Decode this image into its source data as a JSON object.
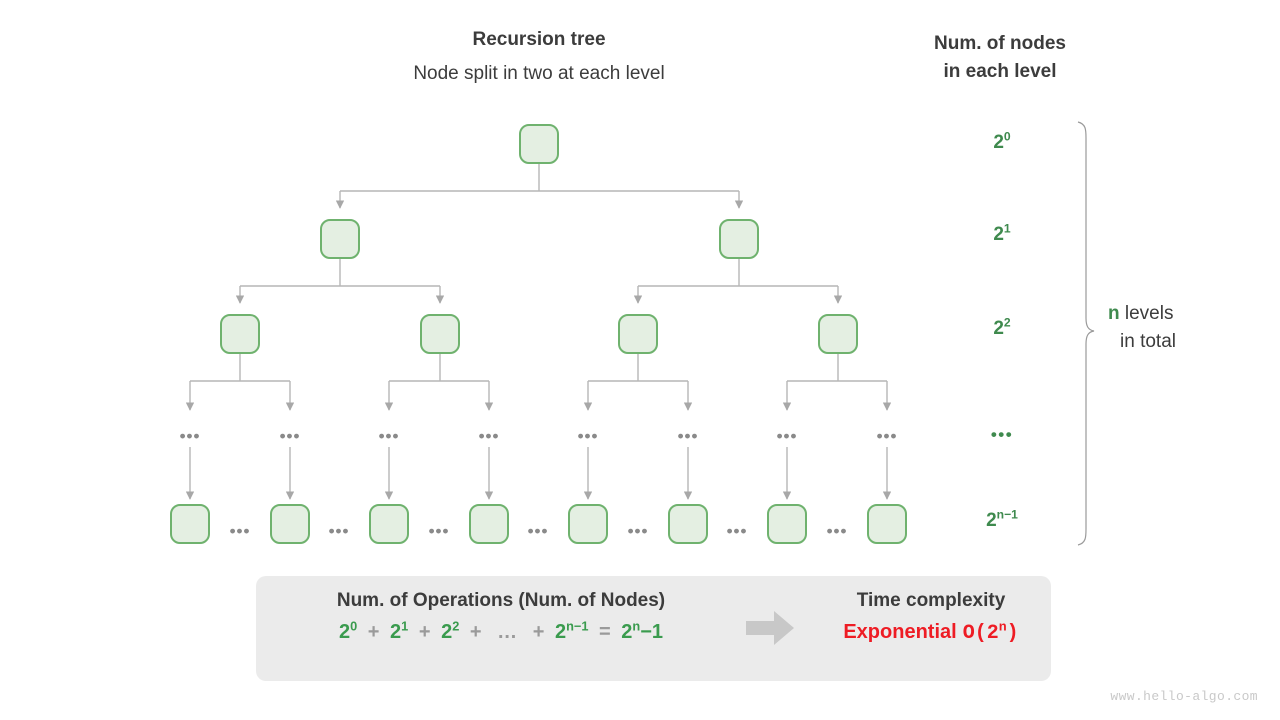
{
  "headings": {
    "tree_title": "Recursion tree",
    "tree_subtitle": "Node split in two at each level",
    "count_title_line1": "Num. of nodes",
    "count_title_line2": "in each level"
  },
  "colors": {
    "node_fill": "#e4efe2",
    "node_stroke": "#6fb26e",
    "edge": "#b0b0b0",
    "green_label": "#3f8a4e",
    "green_formula": "#3a9b4e",
    "red": "#ee1c24",
    "gray_text": "#3c3c3c",
    "panel_bg": "#ebebeb",
    "ellipsis": "#8a8a8a",
    "watermark": "#c9c9c9"
  },
  "tree": {
    "levels": [
      {
        "index": 0,
        "node_count": 1,
        "nodes_drawn": 1
      },
      {
        "index": 1,
        "node_count": 2,
        "nodes_drawn": 2
      },
      {
        "index": 2,
        "node_count": 4,
        "nodes_drawn": 4
      },
      {
        "index": 3,
        "node_count": 8,
        "nodes_drawn": 0
      },
      {
        "index": 4,
        "node_count": 8,
        "nodes_drawn": 8
      }
    ],
    "ellipsis_glyph": "•••"
  },
  "level_labels": [
    {
      "base": "2",
      "exp": "0",
      "dots": false
    },
    {
      "base": "2",
      "exp": "1",
      "dots": false
    },
    {
      "base": "2",
      "exp": "2",
      "dots": false
    },
    {
      "base": "",
      "exp": "",
      "dots": true,
      "text": "•••"
    },
    {
      "base": "2",
      "exp": "n−1",
      "dots": false
    }
  ],
  "levels_total": {
    "variable": "n",
    "line1_rest": "levels",
    "line2": "in total"
  },
  "summary": {
    "left_heading": "Num. of Operations (Num. of Nodes)",
    "formula": {
      "terms": [
        "2⁰",
        "2¹",
        "2²"
      ],
      "term_parts": [
        {
          "base": "2",
          "exp": "0"
        },
        {
          "base": "2",
          "exp": "1"
        },
        {
          "base": "2",
          "exp": "2"
        }
      ],
      "ellipsis": "…",
      "last_term": {
        "base": "2",
        "exp": "n−1"
      },
      "result": {
        "base": "2",
        "exp": "n",
        "suffix": "−1"
      },
      "plus": "+",
      "equals": "="
    },
    "right_heading": "Time complexity",
    "complexity_word": "Exponential",
    "complexity_bigo_prefix": "O(2",
    "complexity_bigo_exp": "n",
    "complexity_bigo_suffix": ")",
    "arrow_icon": "arrow-right-icon"
  },
  "watermark": "www.hello-algo.com"
}
